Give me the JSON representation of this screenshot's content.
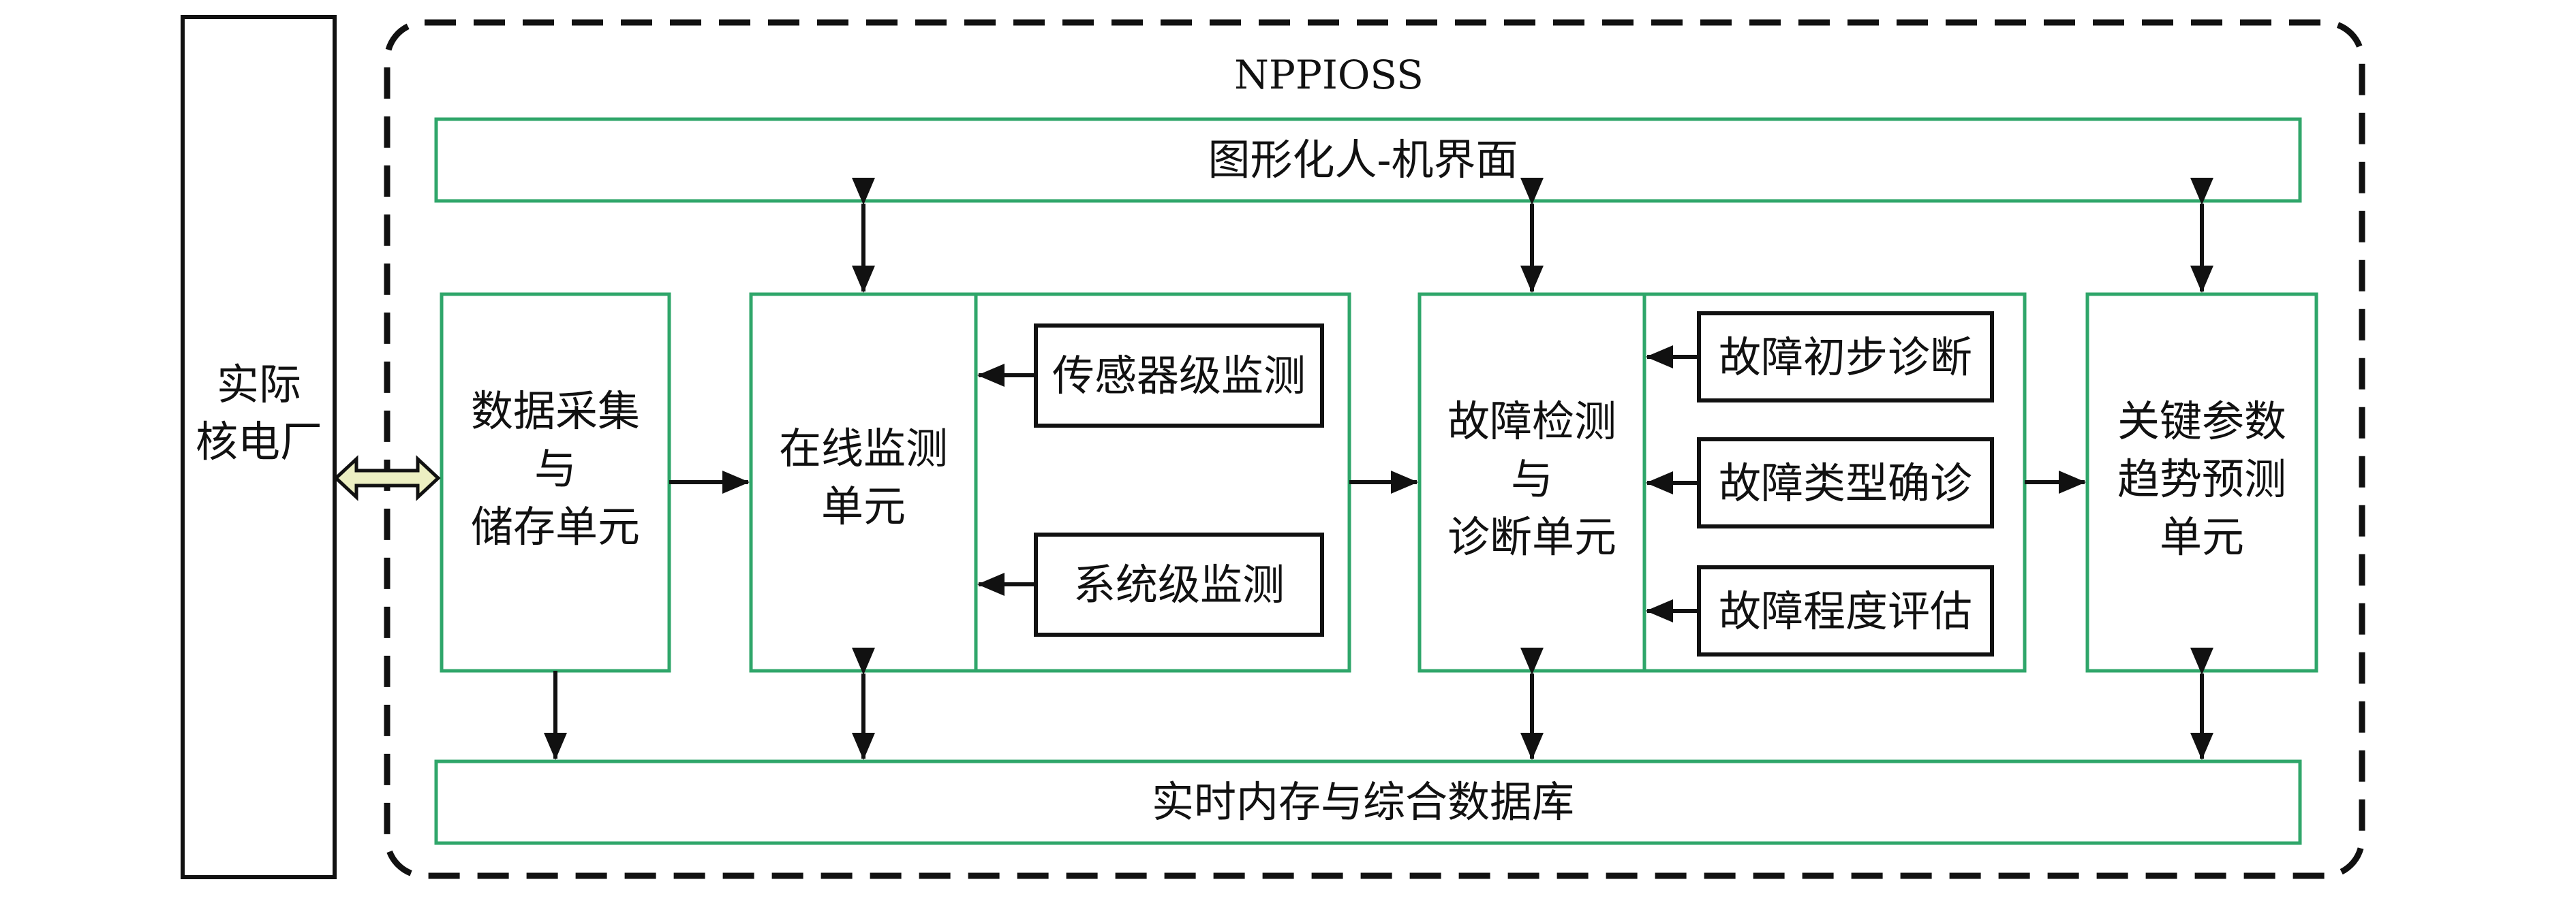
{
  "title": "NPPIOSS",
  "nodes": {
    "plant": [
      "实际",
      "核电厂"
    ],
    "hmi": "图形化人-机界面",
    "database": "实时内存与综合数据库",
    "acquisition": [
      "数据采集",
      "与",
      "储存单元"
    ],
    "monitoring": [
      "在线监测",
      "单元"
    ],
    "sensor_level": "传感器级监测",
    "system_level": "系统级监测",
    "fault_diagnosis": [
      "故障检测",
      "与",
      "诊断单元"
    ],
    "prelim_diag": "故障初步诊断",
    "type_confirm": "故障类型确诊",
    "severity_eval": "故障程度评估",
    "trend_prediction": [
      "关键参数",
      "趋势预测",
      "单元"
    ]
  },
  "colors": {
    "green_border": "#2fa66a",
    "black": "#111111",
    "double_arrow_fill": "#ecefc2"
  }
}
